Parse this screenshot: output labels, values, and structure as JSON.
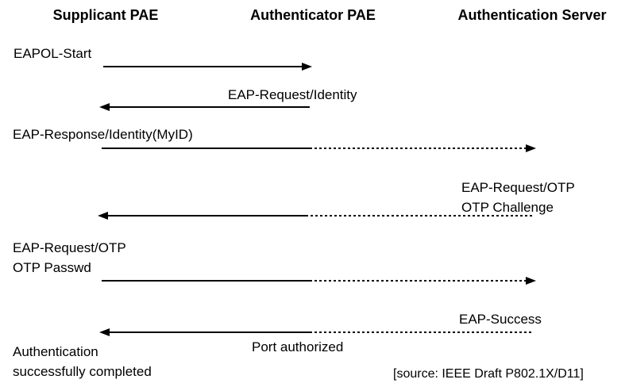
{
  "diagram": {
    "type": "sequence-diagram",
    "topic": "IEEE 802.1X EAP over LAN authentication message exchange",
    "columns": {
      "supplicant": "Supplicant PAE",
      "authenticator": "Authenticator PAE",
      "server": "Authentication Server"
    },
    "flows": [
      {
        "label": "EAPOL-Start",
        "from": "Supplicant PAE",
        "to": "Authenticator PAE",
        "direction": "right",
        "line": "solid"
      },
      {
        "label": "EAP-Request/Identity",
        "from": "Authenticator PAE",
        "to": "Supplicant PAE",
        "direction": "left",
        "line": "solid"
      },
      {
        "label": "EAP-Response/Identity(MyID)",
        "from": "Supplicant PAE",
        "to": "Authentication Server",
        "direction": "right",
        "line": "solid then dotted"
      },
      {
        "label": "EAP-Request/OTP",
        "label2": "OTP Challenge",
        "from": "Authentication Server",
        "to": "Supplicant PAE",
        "direction": "left",
        "line": "dotted then solid"
      },
      {
        "label": "EAP-Request/OTP",
        "label2": "OTP Passwd",
        "from": "Supplicant PAE",
        "to": "Authentication Server",
        "direction": "right",
        "line": "solid then dotted"
      },
      {
        "label": "EAP-Success",
        "from": "Authentication Server",
        "to": "Supplicant PAE",
        "direction": "left",
        "line": "dotted then solid"
      }
    ],
    "annotations": {
      "port_authorized": "Port authorized",
      "completion_line1": "Authentication",
      "completion_line2": "successfully completed",
      "source": "[source: IEEE Draft P802.1X/D11]"
    },
    "colors": {
      "background": "#ffffff",
      "text": "#000000",
      "line": "#000000"
    }
  }
}
